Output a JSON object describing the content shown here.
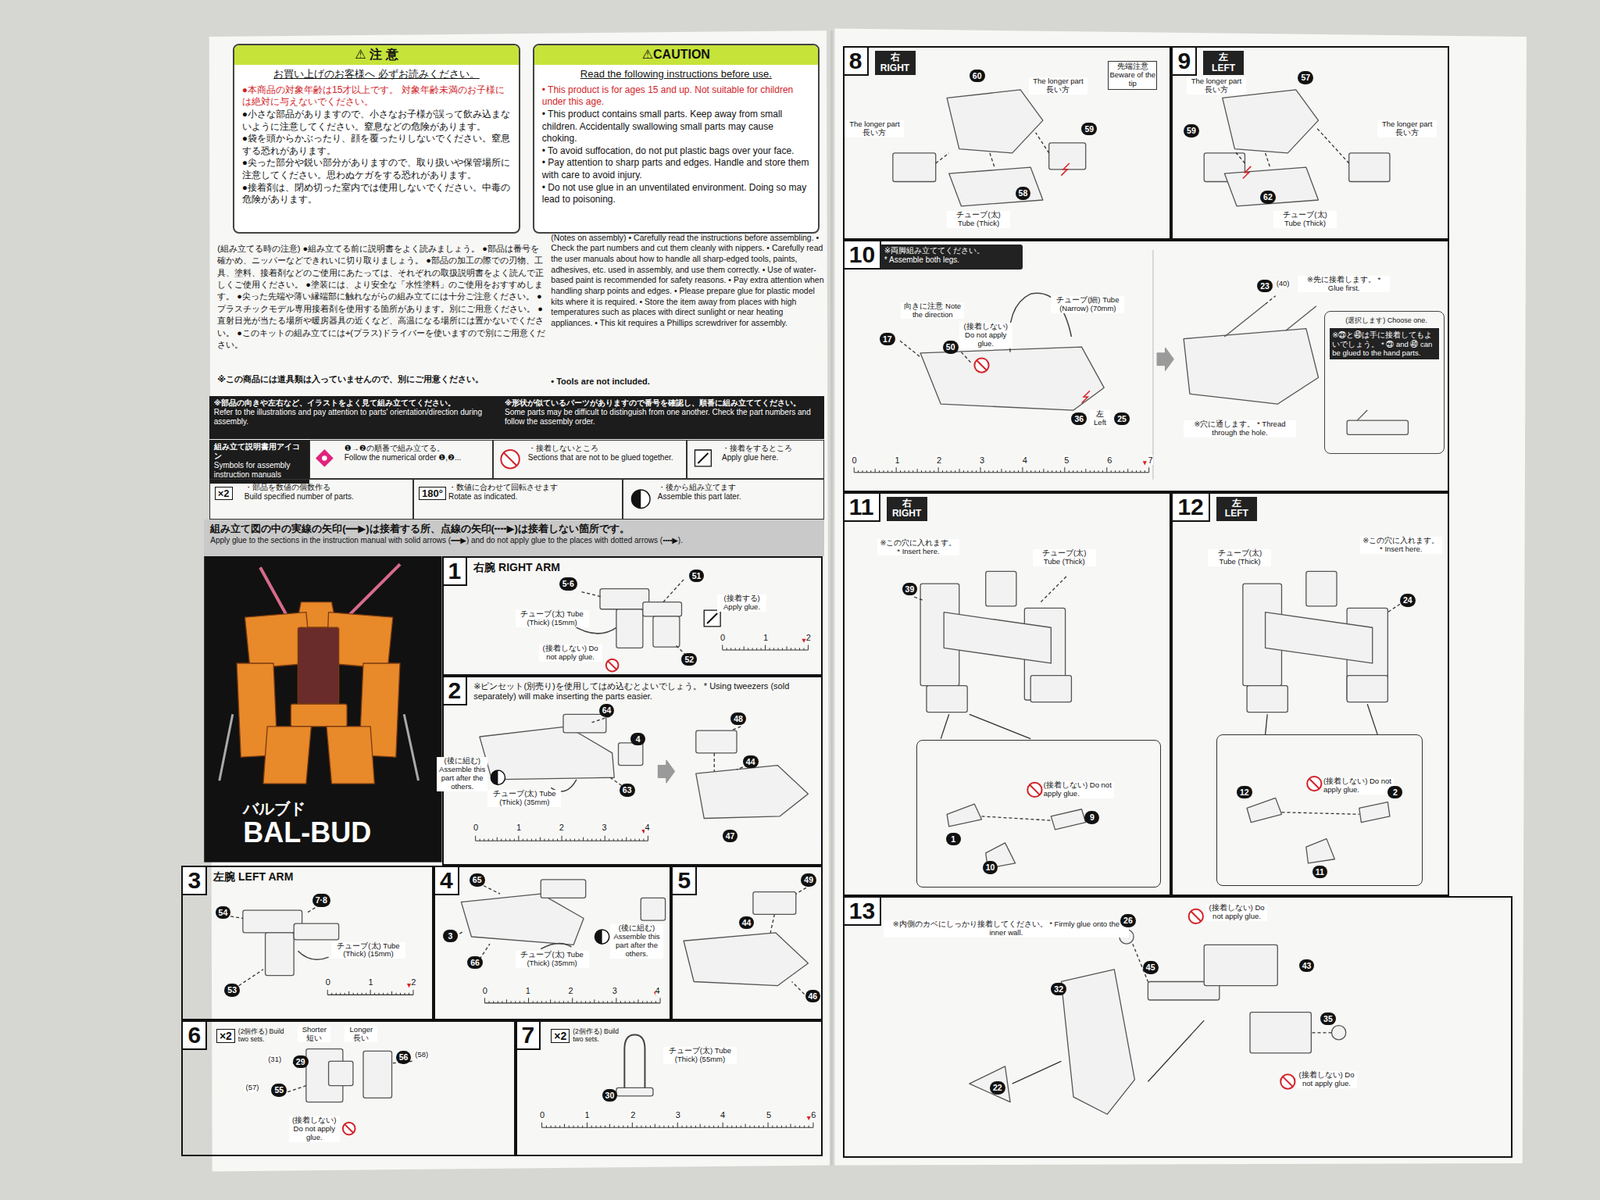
{
  "diagram": {
    "nodes": [
      {
        "text": [
          "⚠ 注 意",
          "お買い上げのお客様へ 必ずお読みください。",
          "●本商品の対象年齢は15才以上です。 対象年齢未満のお子様には絶対に与えないでください。",
          "●小さな部品がありますので、小さなお子様が誤って飲み込まないように注意してください。窒息などの危険があります。",
          "●袋を頭からかぶったり、顔を覆ったりしないでください。窒息する恐れがあります。",
          "●尖った部分や鋭い部分がありますので、取り扱いや保管場所に注意してください。思わぬケガをする恐れがあります。",
          "●接着剤は、閉め切った室内では使用しないでください。中毒の危険があります。"
        ]
      },
      {
        "text": [
          "⚠CAUTION",
          "Read the following instructions before use.",
          "• This product is for ages 15 and up. Not suitable for children under this age.",
          "• This product contains small parts. Keep away from small children. Accidentally swallowing small parts may cause choking.",
          "• To avoid suffocation, do not put plastic bags over your face.",
          "• Pay attention to sharp parts and edges. Handle and store them with care to avoid injury.",
          "• Do not use glue in an unventilated environment. Doing so may lead to poisoning."
        ]
      },
      {
        "text": [
          "※部品の向きや左右など、イラストをよく見て組み立ててください。",
          "Refer to the illustrations and pay attention to parts' orientation/direction during assembly."
        ]
      },
      {
        "text": [
          "※形状が似ているパーツがありますので番号を確認し、順番に組み立ててください。",
          "Some parts may be difficult to distinguish from one another. Check the part numbers and follow the assembly order."
        ]
      },
      {
        "text": [
          "組み立て説明書用アイコン",
          "Symbols for assembly instruction manuals"
        ]
      },
      {
        "text": [
          "❶→❷の順番で組み立てる。",
          "Follow the numerical order ❶,❷..."
        ]
      },
      {
        "text": [
          "・接着しないところ",
          "Sections that are not to be glued together."
        ]
      },
      {
        "text": [
          "・接着をするところ",
          "Apply glue here."
        ]
      },
      {
        "text": [
          "×2",
          "・部品を数値の個数作る",
          "Build specified number of parts."
        ]
      },
      {
        "text": [
          "180°",
          "・数値に合わせて回転させます",
          "Rotate as indicated."
        ]
      },
      {
        "text": [
          "・後から組み立てます",
          "Assemble this part later."
        ]
      },
      {
        "text": [
          "組み立て図の中の実線の矢印(━━▶)は接着する所、点線の矢印(╍╍▶)は接着しない箇所です。",
          "Apply glue to the sections in the instruction manual with solid arrows (━━▶) and do not apply glue to the places with dotted arrows (╍╍▶)."
        ]
      },
      {
        "text": [
          "バルブド",
          "BAL-BUD"
        ]
      },
      {
        "text": [
          "1",
          "右腕 RIGHT ARM"
        ]
      },
      {
        "text": [
          "2",
          "※ピンセット(別売り)を使用してはめ込むとよいでしょう。 * Using tweezers (sold separately) will make inserting the parts easier."
        ]
      },
      {
        "text": [
          "3",
          "左腕 LEFT ARM"
        ]
      },
      {
        "text": [
          "4"
        ]
      },
      {
        "text": [
          "5"
        ]
      },
      {
        "text": [
          "6"
        ]
      },
      {
        "text": [
          "7"
        ]
      },
      {
        "text": [
          "8",
          "右 RIGHT"
        ]
      },
      {
        "text": [
          "9",
          "左 LEFT"
        ]
      },
      {
        "text": [
          "10"
        ]
      },
      {
        "text": [
          "11",
          "右 RIGHT"
        ]
      },
      {
        "text": [
          "12",
          "左 LEFT"
        ]
      },
      {
        "text": [
          "13"
        ]
      },
      {
        "text": [
          "※両脚組み立ててください。",
          "* Assemble both legs."
        ],
        "in": 22
      },
      {
        "text": [
          "(選択します) Choose one.",
          "※㉓と㊵は手に接着してもよいでしょう。 * ㉓ and ㊵ can be glued to the hand parts."
        ],
        "in": 22
      },
      {
        "text": [
          "×2",
          "(2個作る) Build two sets."
        ],
        "in": 18
      },
      {
        "text": [
          "×2",
          "(2個作る) Build two sets."
        ],
        "in": 19
      },
      {
        "text": [
          "(接着しない) Do not apply glue."
        ],
        "in": 23
      },
      {
        "text": [
          "(接着しない) Do not apply glue."
        ],
        "in": 24
      }
    ],
    "labels": [
      "(組み立てる時の注意) ●組み立てる前に説明書をよく読みましょう。 ●部品は番号を確かめ、ニッパーなどできれいに切り取りましょう。 ●部品の加工の際での刃物、工具、塗料、接着剤などのご使用にあたっては、それぞれの取扱説明書をよく読んで正しくご使用ください。 ●塗装には、より安全な「水性塗料」のご使用をおすすめします。 ●尖った先端や薄い縁端部に触れながらの組み立てには十分ご注意ください。 ●プラスチックモデル専用接着剤を使用する箇所があります。別にご用意ください。 ●直射日光が当たる場所や暖房器具の近くなど、高温になる場所には置かないでください。 ●このキットの組み立てには+(プラス)ドライバーを使いますので別にご用意ください。",
      "※この商品には道具類は入っていませんので、別にご用意ください。",
      "(Notes on assembly) • Carefully read the instructions before assembling. • Check the part numbers and cut them cleanly with nippers. • Carefully read the user manuals about how to handle all sharp-edged tools, paints, adhesives, etc. used in assembly, and use them correctly. • Use of water-based paint is recommended for safety reasons. • Pay extra attention when handling sharp points and edges. • Please prepare glue for plastic model kits where it is required. • Store the item away from places with high temperatures such as places with direct sunlight or near heating appliances. • This kit requires a Phillips screwdriver for assembly.",
      "• Tools are not included.",
      "5·6",
      "51",
      "チューブ(太) Tube (Thick) (15mm)",
      "(接着しない) Do not apply glue.",
      "(接着する) Apply glue.",
      "52",
      "0",
      "1",
      "2",
      "64",
      "4",
      "63",
      "(後に組む) Assemble this part after the others.",
      "チューブ(太) Tube (Thick) (35mm)",
      "48",
      "44",
      "47",
      "0",
      "1",
      "2",
      "3",
      "4",
      "7·8",
      "54",
      "53",
      "チューブ(太) Tube (Thick) (15mm)",
      "0",
      "1",
      "2",
      "65",
      "3",
      "66",
      "(後に組む) Assemble this part after the others.",
      "チューブ(太) Tube (Thick) (35mm)",
      "0",
      "1",
      "2",
      "3",
      "4",
      "49",
      "44",
      "46",
      "Shorter 短い",
      "Longer 長い",
      "(31)",
      "29",
      "56",
      "(58)",
      "(57)",
      "55",
      "(接着しない) Do not apply glue.",
      "チューブ(太) Tube (Thick) (55mm)",
      "30",
      "0",
      "1",
      "2",
      "3",
      "4",
      "5",
      "6",
      "先端注意 Beware of the tip",
      "The longer part 長い方",
      "The longer part 長い方",
      "60",
      "59",
      "58",
      "チューブ(太) Tube (Thick)",
      "The longer part 長い方",
      "The longer part 長い方",
      "57",
      "59",
      "62",
      "チューブ(太) Tube (Thick)",
      "向きに注意 Note the direction",
      "17",
      "50",
      "(接着しない) Do not apply glue.",
      "チューブ(細) Tube (Narrow) (70mm)",
      "36",
      "左 Left",
      "25",
      "0",
      "1",
      "2",
      "3",
      "4",
      "5",
      "6",
      "7",
      "23",
      "(40)",
      "※先に接着します。 * Glue first.",
      "※穴に通します。 * Thread through the hole.",
      "※この穴に入れます。 * Insert here.",
      "チューブ(太) Tube (Thick)",
      "39",
      "1",
      "9",
      "10",
      "チューブ(太) Tube (Thick)",
      "※この穴に入れます。 * Insert here.",
      "24",
      "12",
      "2",
      "11",
      "※内側のカベにしっかり接着してください。 * Firmly glue onto the inner wall.",
      "26",
      "(接着しない) Do not apply glue.",
      "45",
      "43",
      "32",
      "35",
      "22",
      "(接着しない) Do not apply glue."
    ]
  }
}
